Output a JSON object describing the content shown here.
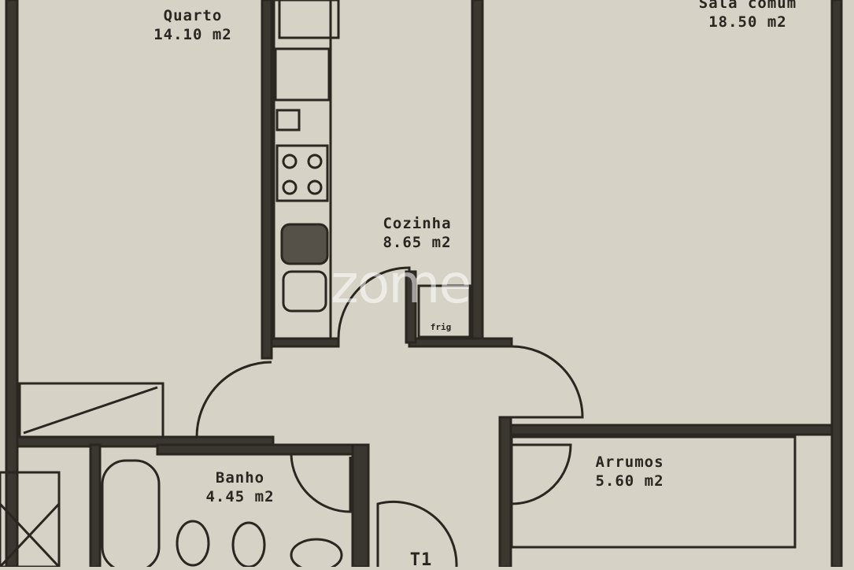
{
  "rooms": [
    {
      "name": "Quarto",
      "area": "14.10 m2"
    },
    {
      "name": "Sala comum",
      "area": "18.50 m2"
    },
    {
      "name": "Cozinha",
      "area": "8.65 m2"
    },
    {
      "name": "Banho",
      "area": "4.45 m2"
    },
    {
      "name": "Arrumos",
      "area": "5.60 m2"
    }
  ],
  "labels": {
    "fridge": "frig",
    "unit_type": "T1"
  },
  "watermark": "zome",
  "colors": {
    "paper": "#d6d2c6",
    "ink": "#2a2620"
  }
}
